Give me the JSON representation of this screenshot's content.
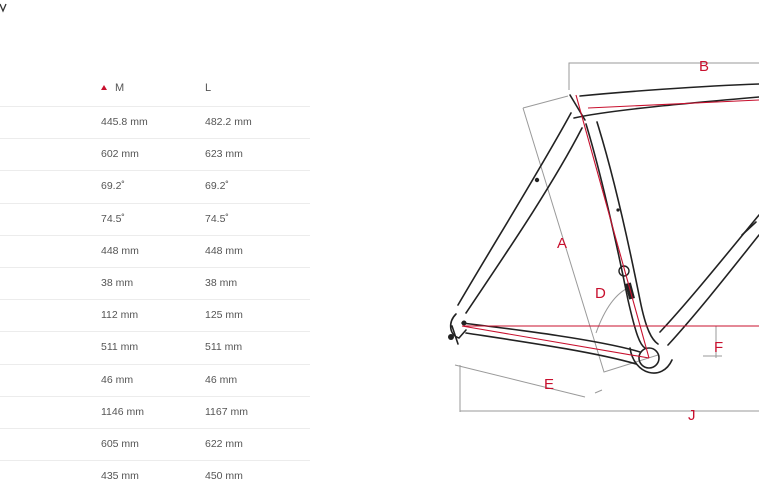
{
  "table": {
    "columns": [
      {
        "label": "M",
        "icon": "sort-up-icon",
        "sorted": true
      },
      {
        "label": "L"
      }
    ],
    "rows": [
      {
        "m": "445.8 mm",
        "l": "482.2 mm"
      },
      {
        "m": "602 mm",
        "l": "623 mm"
      },
      {
        "m": "69.2˚",
        "l": "69.2˚"
      },
      {
        "m": "74.5˚",
        "l": "74.5˚"
      },
      {
        "m": "448 mm",
        "l": "448 mm"
      },
      {
        "m": "38 mm",
        "l": "38 mm"
      },
      {
        "m": "112 mm",
        "l": "125 mm"
      },
      {
        "m": "511 mm",
        "l": "511 mm"
      },
      {
        "m": "46 mm",
        "l": "46 mm"
      },
      {
        "m": "1146 mm",
        "l": "1167 mm"
      },
      {
        "m": "605 mm",
        "l": "622 mm"
      },
      {
        "m": "435 mm",
        "l": "450 mm"
      }
    ]
  },
  "diagram": {
    "labels": {
      "a": "A",
      "b": "B",
      "d": "D",
      "e": "E",
      "f": "F",
      "j": "J"
    },
    "accent_color": "#c8102e",
    "frame_color": "#222222"
  }
}
